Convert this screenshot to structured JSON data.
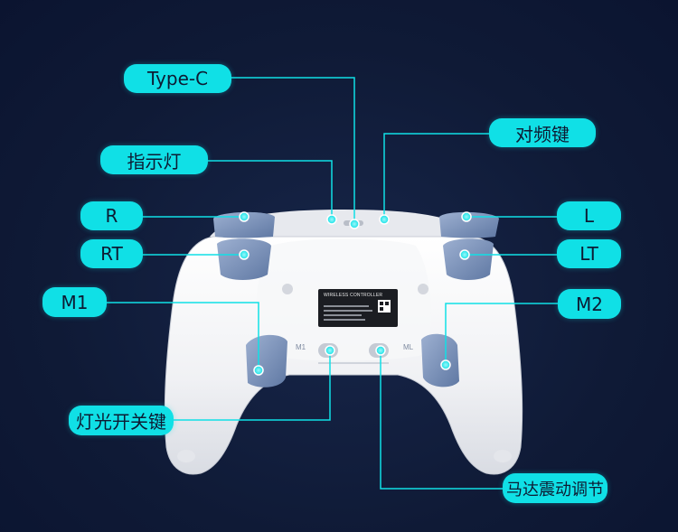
{
  "callouts": {
    "typec": "Type-C",
    "indicator": "指示灯",
    "pairing": "对频键",
    "r": "R",
    "l": "L",
    "rt": "RT",
    "lt": "LT",
    "m1": "M1",
    "m2": "M2",
    "light_switch": "灯光开关键",
    "motor_adjust": "马达震动调节"
  },
  "sticker": {
    "title": "WIRELESS CONTROLLER"
  },
  "back_marks": {
    "left": "M1",
    "right": "ML"
  },
  "colors": {
    "background": "#0f1a36",
    "callout": "#10e0e6",
    "shell": "#f3f4f6",
    "paddle": "#7f95bb",
    "sticker": "#1b1d22"
  }
}
